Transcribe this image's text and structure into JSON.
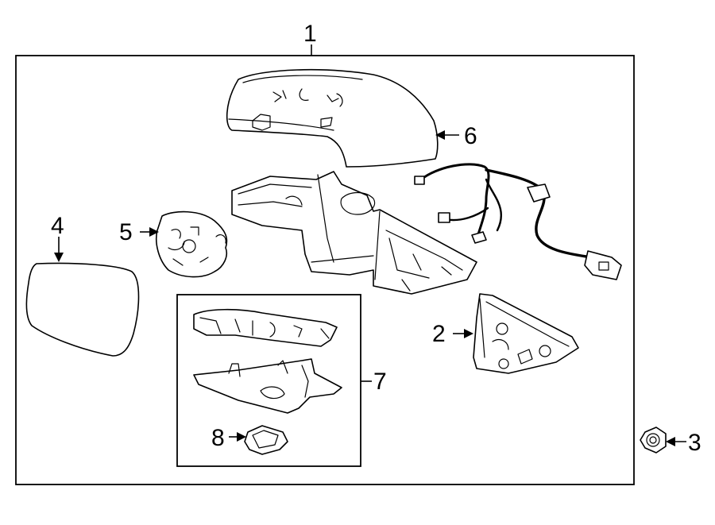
{
  "callouts": {
    "c1": "1",
    "c2": "2",
    "c3": "3",
    "c4": "4",
    "c5": "5",
    "c6": "6",
    "c7": "7",
    "c8": "8"
  },
  "parts": {
    "mirror_cover": "mirror-cover-icon",
    "mirror_assembly": "mirror-assembly-icon",
    "wire_harness": "wire-harness-icon",
    "mirror_glass": "mirror-glass-icon",
    "motor": "mirror-motor-icon",
    "mount_bracket": "mount-bracket-icon",
    "nut": "nut-icon",
    "signal_lamp": "signal-lamp-icon",
    "lamp_base": "lamp-base-icon",
    "puddle_lamp": "puddle-lamp-icon"
  }
}
